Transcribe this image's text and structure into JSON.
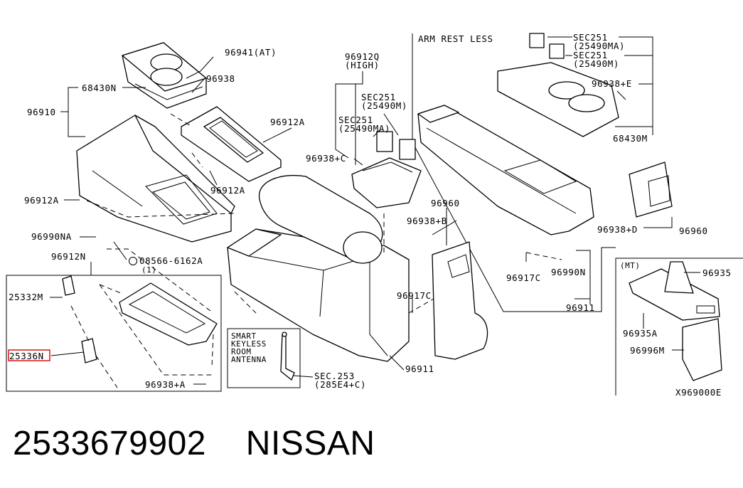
{
  "labels": {
    "p96941_at": "96941(AT)",
    "p96938": "96938",
    "p68430n": "68430N",
    "p96910": "96910",
    "p96912a_left": "96912A",
    "p96990na": "96990NA",
    "p96912n": "96912N",
    "p08566": "08566-6162A",
    "p08566_qty": "(1)",
    "p96912a_mid": "96912A",
    "p96912a_top": "96912A",
    "p25332m": "25332M",
    "p25336n": "25336N",
    "p96938_a": "96938+A",
    "p96912q": "96912Q",
    "p96912q_note": "(HIGH)",
    "sec251_a": "SEC251",
    "sec251_a_ref": "(25490M)",
    "sec251_b": "SEC251",
    "sec251_b_ref": "(25490MA)",
    "p96938_c": "96938+C",
    "arm_rest_less": "ARM REST LESS",
    "sec251_c": "SEC251",
    "sec251_c_ref": "(25490MA)",
    "sec251_d": "SEC251",
    "sec251_d_ref": "(25490M)",
    "p96938_e": "96938+E",
    "p68430m": "68430M",
    "p96960_top": "96960",
    "p96938_b": "96938+B",
    "p96917c_mid": "96917C",
    "p96917c_right": "96917C",
    "p96990n": "96990N",
    "p96911_mid": "96911",
    "p96911_right": "96911",
    "p96938_d": "96938+D",
    "p96960_right": "96960",
    "mt": "(MT)",
    "p96935": "96935",
    "p96935a": "96935A",
    "p96996m": "96996M",
    "smart_1": "SMART",
    "smart_2": "KEYLESS",
    "smart_3": "ROOM",
    "smart_4": "ANTENNA",
    "sec253": "SEC.253",
    "sec253_ref": "(285E4+C)",
    "diagram_code": "X969000E"
  },
  "caption": {
    "part_number": "2533679902",
    "brand": "NISSAN"
  },
  "highlight": {
    "part": "25336N",
    "color": "#e02020"
  }
}
